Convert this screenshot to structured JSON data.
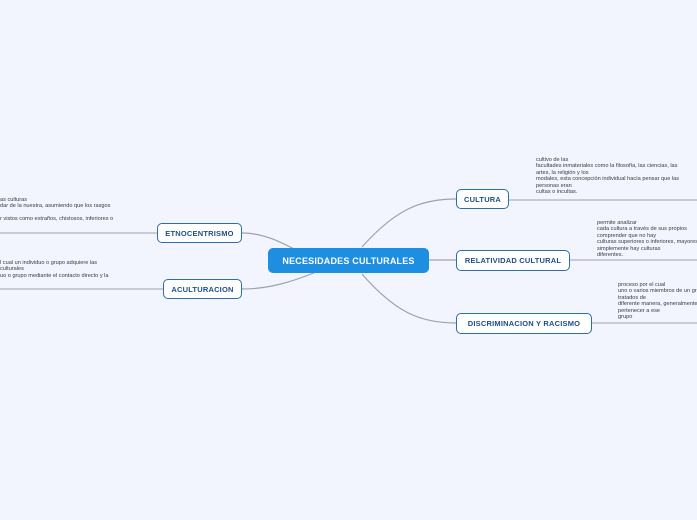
{
  "center": {
    "label": "NECESIDADES CULTURALES"
  },
  "nodes": {
    "cultura": "CULTURA",
    "relatividad": "RELATIVIDAD CULTURAL",
    "discriminacion": "DISCRIMINACION Y RACISMO",
    "etnocentrismo": "ETNOCENTRISMO",
    "aculturacion": "ACULTURACION"
  },
  "notes": {
    "cultura": [
      "cultivo de las",
      "facultades inmateriales como la filosofía, las ciencias, las",
      "artes, la religión y los",
      "modales, esta concepción individual hacía pensar que las",
      "personas eran",
      "cultas o incultas."
    ],
    "relatividad": [
      "permite analizar",
      "cada cultura a través de sus propios",
      "comprender que no hay",
      "culturas superiores o inferiores, mayores",
      "simplemente hay culturas",
      "diferentes."
    ],
    "discriminacion": [
      "proceso por el cual",
      "uno o varios miembros de un grupo",
      "tratados de",
      "diferente manera, generalmente",
      "pertenecer a ese",
      "grupo"
    ],
    "etnocentrismo": [
      "as culturas",
      "dar de la nuestra, asumiendo que los rasgos",
      "",
      "r vistos como extraños, chistosos, inferiores o"
    ],
    "aculturacion": [
      "l cual un individuo o grupo adquiere las",
      " culturales",
      "uo o grupo mediante el contacto directo y la"
    ]
  },
  "colors": {
    "accent": "#1e8fe0",
    "node_border": "#2b6ea8",
    "line": "#9aa3ad",
    "background": "#f3f5fe"
  }
}
